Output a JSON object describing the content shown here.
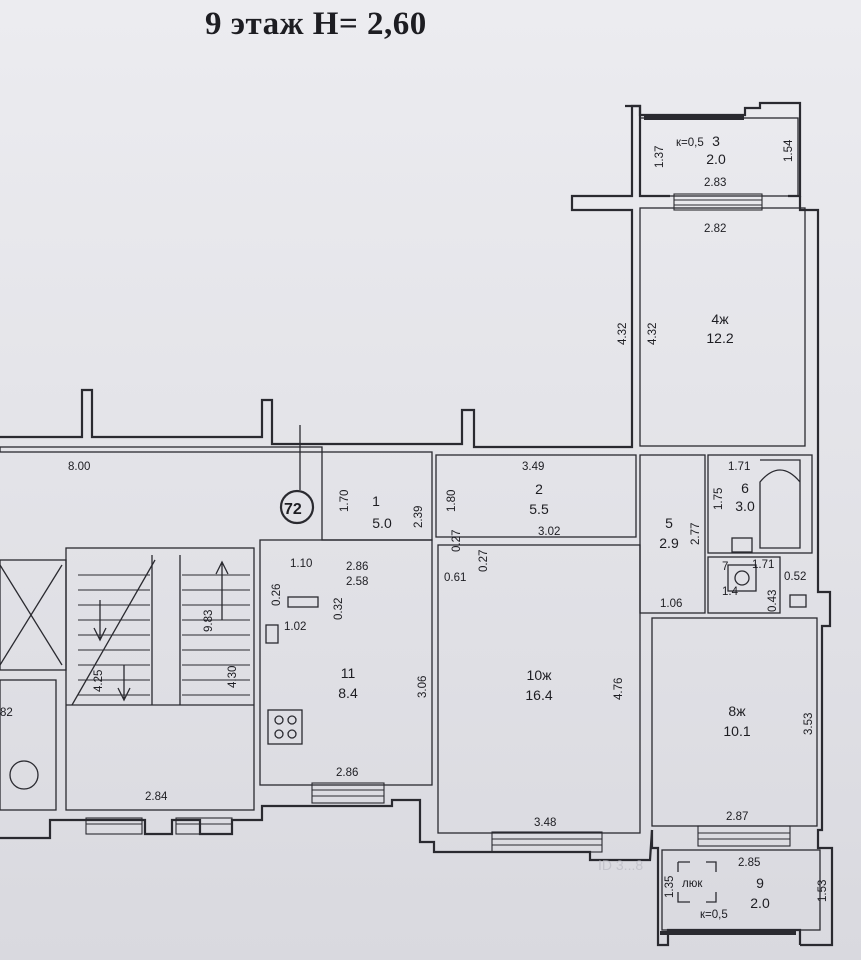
{
  "title": "9  этаж H= 2,60",
  "apartment_number": "72",
  "watermark": "ID 3...8",
  "rooms": [
    {
      "id": "r1",
      "number": "1",
      "area": "5.0"
    },
    {
      "id": "r2",
      "number": "2",
      "area": "5.5"
    },
    {
      "id": "r3",
      "number": "3",
      "area": "2.0",
      "coef": "к=0,5"
    },
    {
      "id": "r4",
      "number": "4ж",
      "area": "12.2"
    },
    {
      "id": "r5",
      "number": "5",
      "area": "2.9"
    },
    {
      "id": "r6",
      "number": "6",
      "area": "3.0"
    },
    {
      "id": "r7",
      "number": "7",
      "area": "1.4"
    },
    {
      "id": "r8",
      "number": "8ж",
      "area": "10.1"
    },
    {
      "id": "r9",
      "number": "9",
      "area": "2.0",
      "coef": "к=0,5"
    },
    {
      "id": "r10",
      "number": "10ж",
      "area": "16.4"
    },
    {
      "id": "r11",
      "number": "11",
      "area": "8.4"
    }
  ],
  "hatch_label": "люк",
  "dimensions": [
    "8.00",
    "1.70",
    "2.39",
    "1.80",
    "0.27",
    "0.27",
    "3.02",
    "3.49",
    "1.10",
    "2.86",
    "2.58",
    "0.26",
    "0.32",
    "1.02",
    "3.06",
    "2.86",
    "0.61",
    "4.76",
    "3.48",
    "2.84",
    "9.83",
    "4.25",
    "4.30",
    "82",
    "1.37",
    "1.54",
    "2.83",
    "2.82",
    "4.32",
    "4.32",
    "1.71",
    "1.75",
    "2.77",
    "1.71",
    "0.52",
    "0.43",
    "1.06",
    "3.53",
    "2.87",
    "2.85",
    "1.35",
    "1.53"
  ]
}
